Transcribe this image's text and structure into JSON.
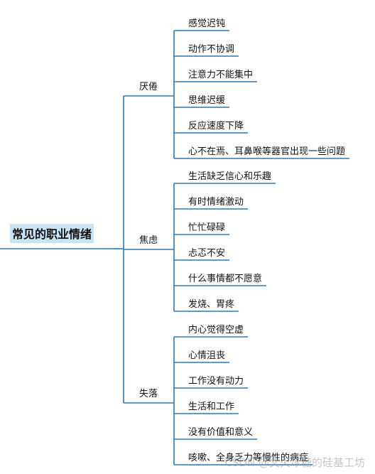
{
  "root": {
    "label": "常见的职业情绪"
  },
  "branches": [
    {
      "label": "厌倦",
      "items": [
        "感觉迟钝",
        "动作不协调",
        "注意力不能集中",
        "思维迟缓",
        "反应速度下降",
        "心不在焉、耳鼻喉等器官出现一些问题"
      ]
    },
    {
      "label": "焦虑",
      "items": [
        "生活缺乏信心和乐趣",
        "有时情绪激动",
        "忙忙碌碌",
        "忐忑不安",
        "什么事情都不愿意",
        "发烧、胃疼"
      ]
    },
    {
      "label": "失落",
      "items": [
        "内心觉得空虚",
        "心情沮丧",
        "工作没有动力",
        "生活和工作",
        "没有价值和意义",
        "咳嗽、全身乏力等慢性的病症"
      ]
    }
  ],
  "watermark": "CSDN @文火冰糖的硅基工坊",
  "colors": {
    "line": "#2b78b8",
    "root_highlight": "#c9e3f2"
  }
}
